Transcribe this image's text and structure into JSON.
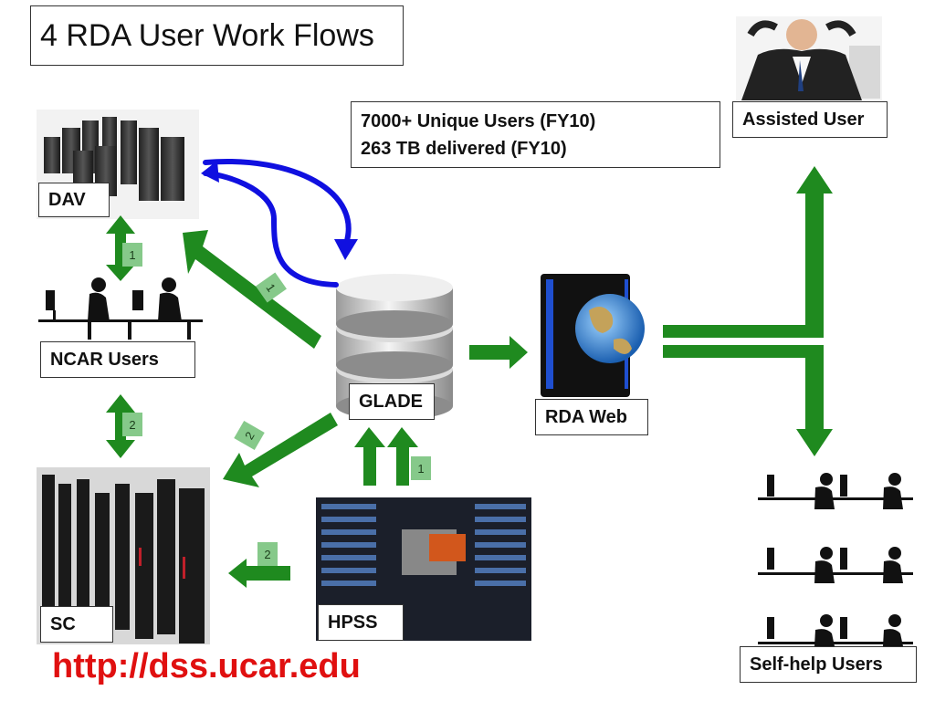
{
  "title": "4 RDA User Work Flows",
  "stats": {
    "line1": "7000+ Unique Users (FY10)",
    "line2": "263 TB delivered (FY10)"
  },
  "nodes": {
    "dav": "DAV",
    "ncar_users": "NCAR Users",
    "glade": "GLADE",
    "rda_web": "RDA Web",
    "assisted_user": "Assisted User",
    "sc": "SC",
    "hpss": "HPSS",
    "self_help_users": "Self-help Users"
  },
  "flow_numbers": {
    "dav_ncar": "1",
    "glade_dav": "1",
    "ncar_sc": "2",
    "glade_sc": "2",
    "hpss_glade": "1",
    "hpss_sc": "2"
  },
  "url": "http://dss.ucar.edu",
  "colors": {
    "flow_green": "#1f8a1f",
    "label_green": "#86c98a",
    "dav_loop_blue": "#1010e0",
    "url_red": "#e01010"
  }
}
